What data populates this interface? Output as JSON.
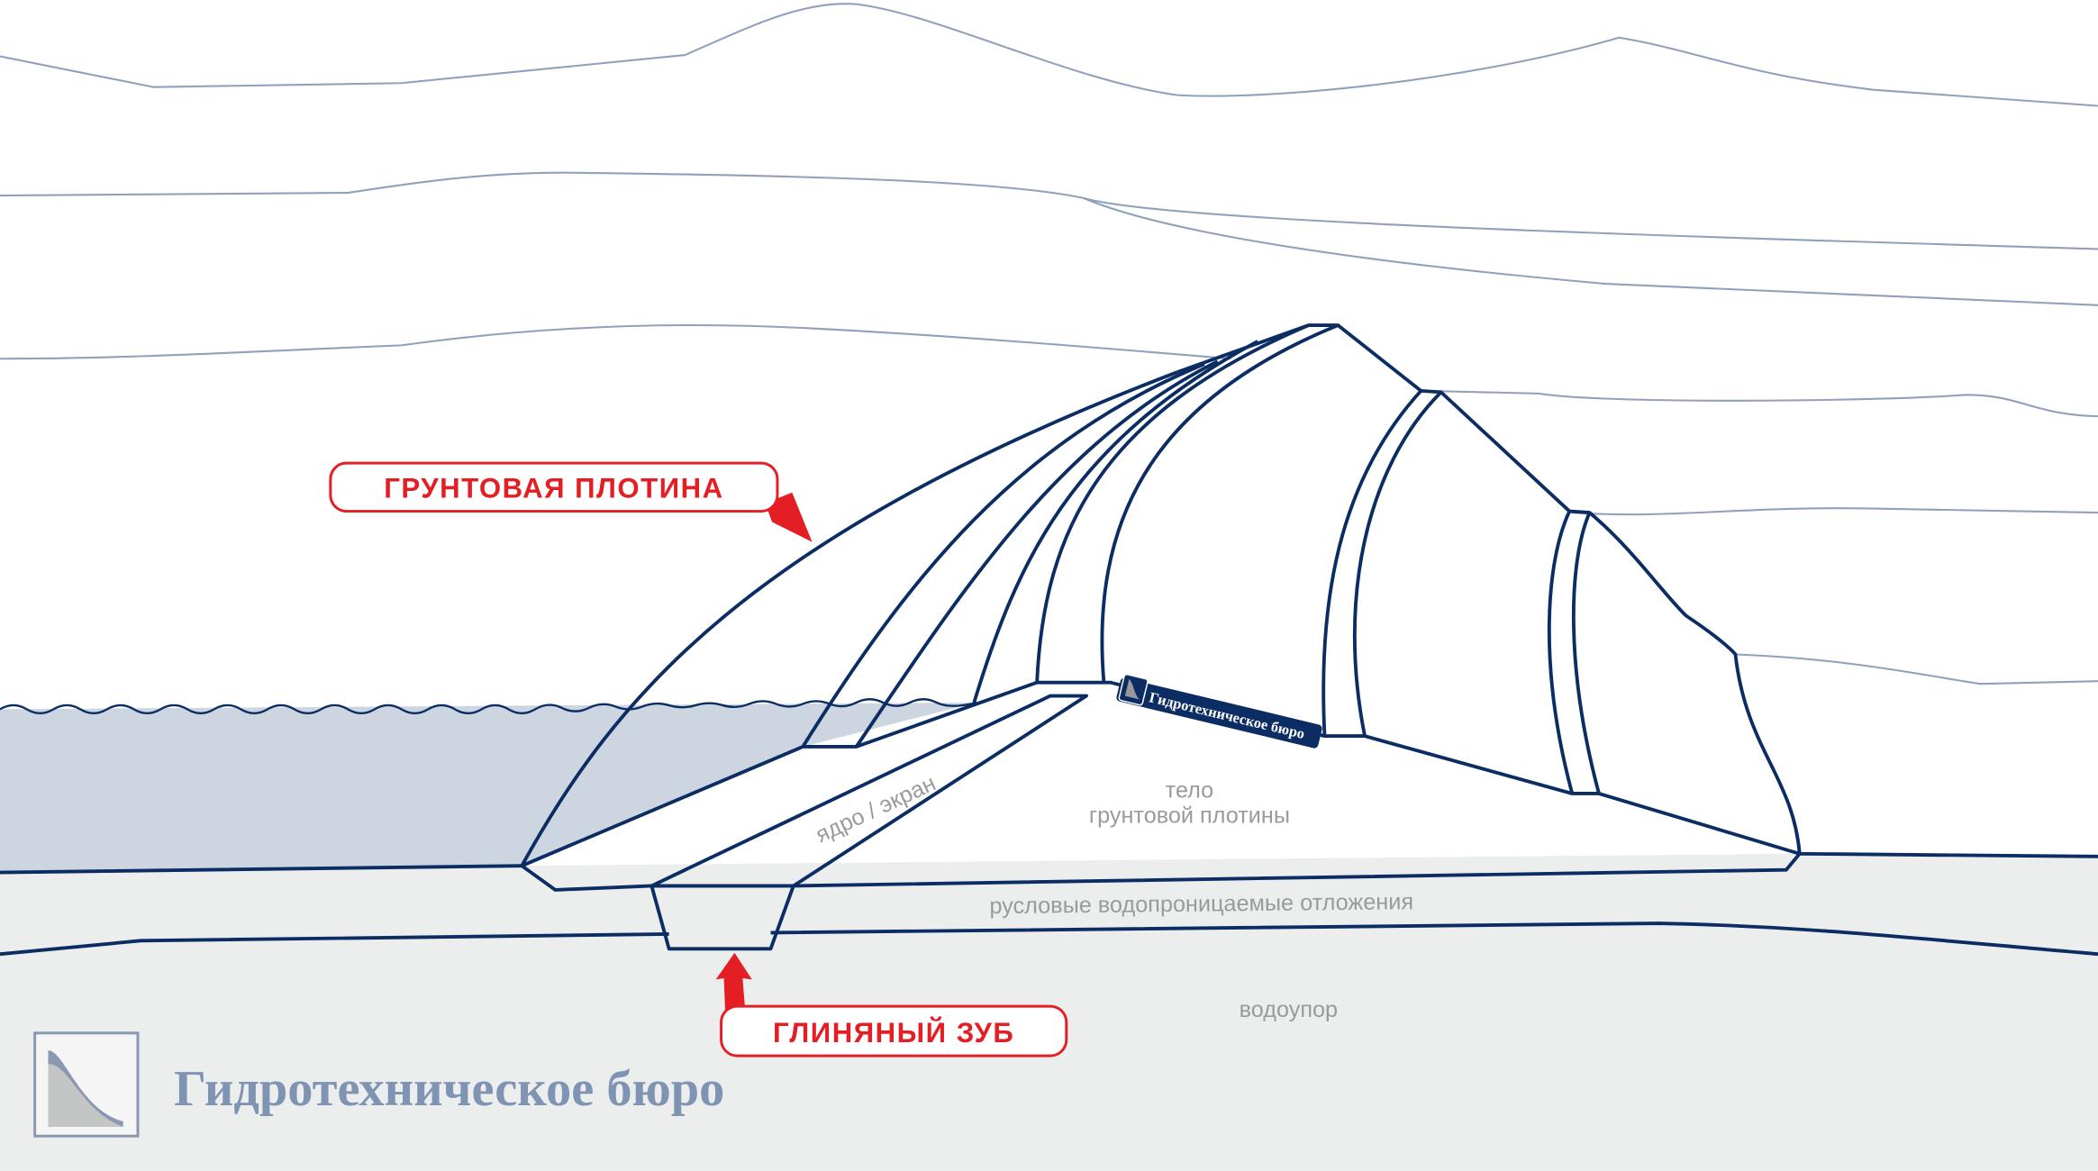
{
  "colors": {
    "outline": "#0b2d63",
    "water": "#cdd5e0",
    "ground": "#eceeee",
    "clay_tooth": "#e31e24",
    "callout_text": "#e31e24",
    "logo_text": "#7f93b3",
    "hills": "#8fa1bd"
  },
  "callouts": {
    "dam": "ГРУНТОВАЯ  ПЛОТИНА",
    "tooth": "ГЛИНЯНЫЙ  ЗУБ"
  },
  "labels": {
    "core": "ядро / экран",
    "body_line1": "тело",
    "body_line2": "грунтовой плотины",
    "alluvium": "русловые водопроницаемые отложения",
    "aquitard": "водоупор"
  },
  "branding": {
    "name": "Гидротехническое бюро",
    "banner": "Гидротехническое бюро",
    "icon": "hydro-bureau-logo-icon"
  }
}
